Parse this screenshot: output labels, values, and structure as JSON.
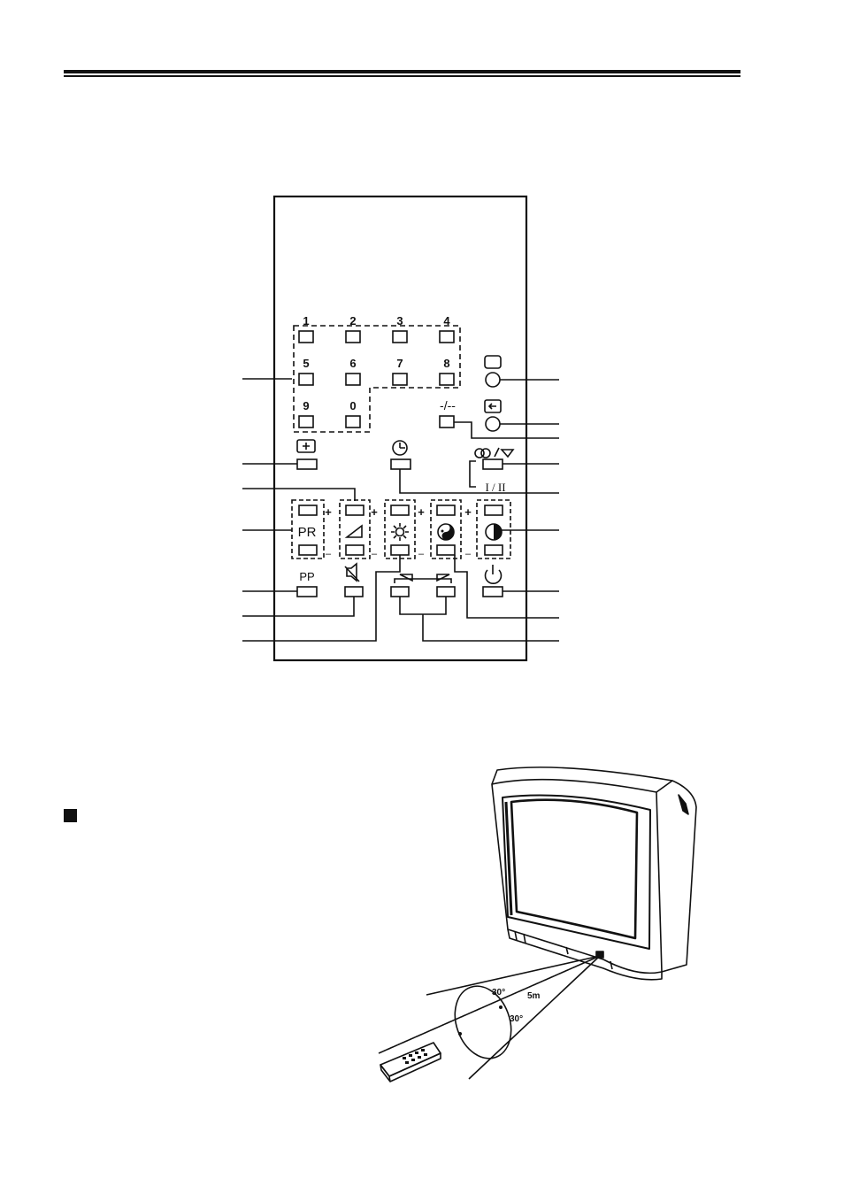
{
  "remote": {
    "digits": [
      "1",
      "2",
      "3",
      "4",
      "5",
      "6",
      "7",
      "8",
      "9",
      "0"
    ],
    "digit_mode_label": "-/--",
    "dual_sound_label": "I / II",
    "pr_label": "PR",
    "pp_label": "PP",
    "plus_sign": "+",
    "minus_sign": "–"
  },
  "viewing": {
    "angle_top": "30°",
    "angle_bottom": "30°",
    "distance": "5m"
  },
  "icons": [
    "teletext-icon",
    "av-input-icon",
    "picture-format-icon",
    "timer-icon",
    "stereo-mono-icon",
    "volume-icon",
    "brightness-icon",
    "color-icon",
    "contrast-icon",
    "mute-icon",
    "balance-icon",
    "standby-icon",
    "section-bullet-icon"
  ]
}
